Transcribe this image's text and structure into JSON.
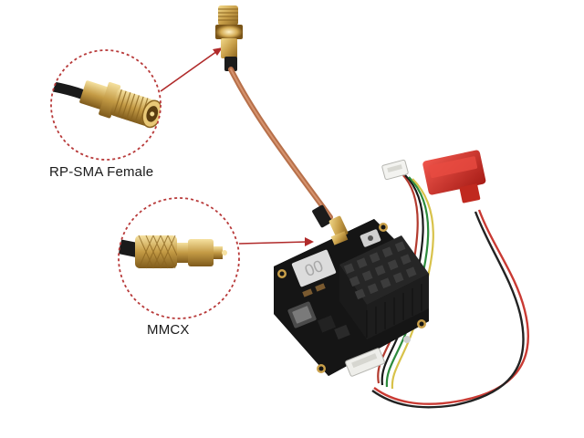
{
  "callouts": {
    "rp_sma": {
      "label": "RP-SMA Female"
    },
    "mmcx": {
      "label": "MMCX"
    }
  },
  "board": {
    "display_digits": "00"
  },
  "colors": {
    "callout_circle": "#b83a3a",
    "arrow": "#b02a2a",
    "board": "#141414",
    "gold": "#c9a04a",
    "heatsink": "#2a2a2a",
    "jst_connector": "#d8302a"
  }
}
